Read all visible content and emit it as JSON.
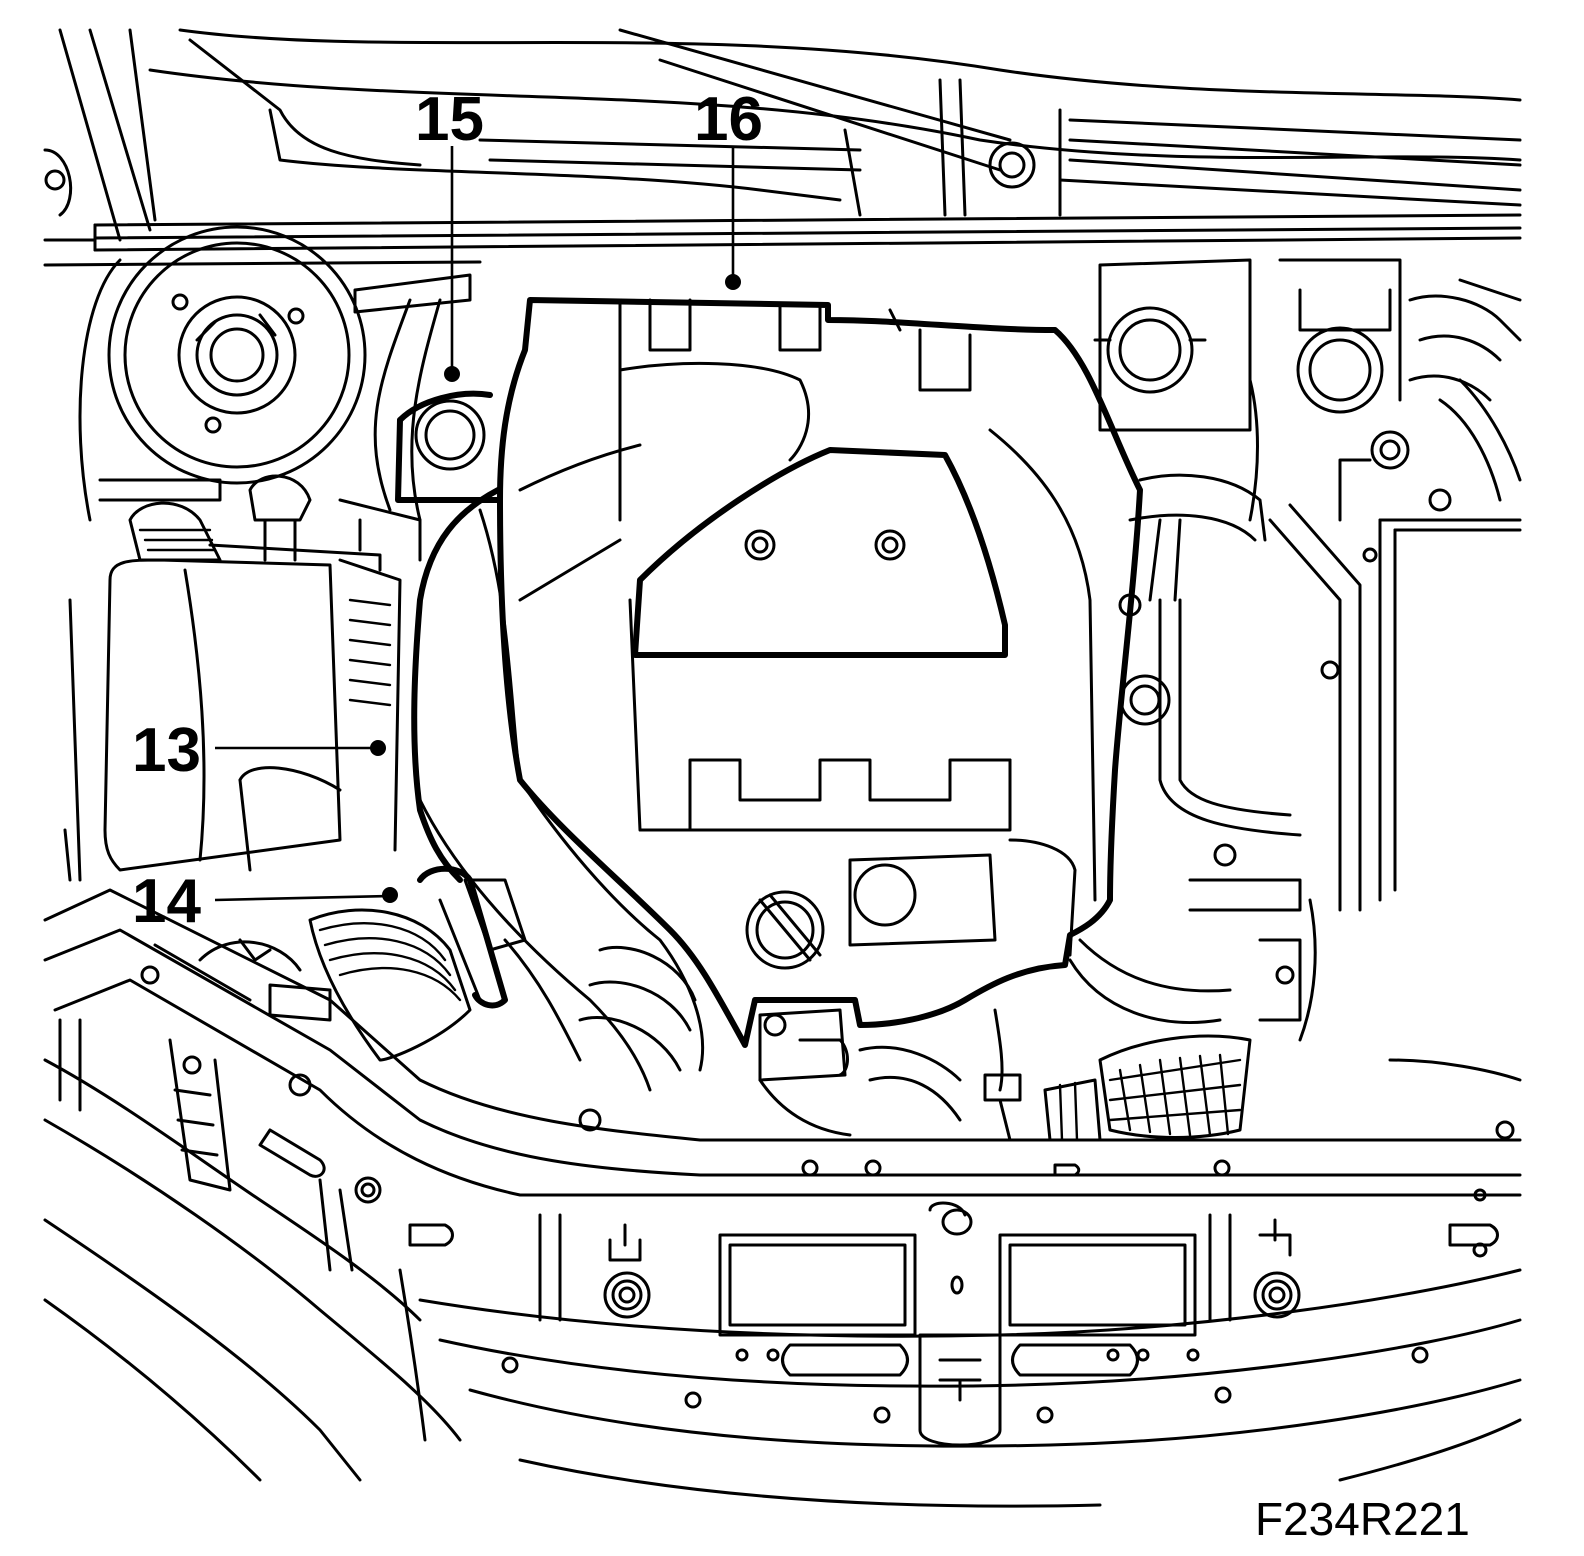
{
  "callouts": {
    "c13": "13",
    "c14": "14",
    "c15": "15",
    "c16": "16"
  },
  "figure_id": "F234R221"
}
